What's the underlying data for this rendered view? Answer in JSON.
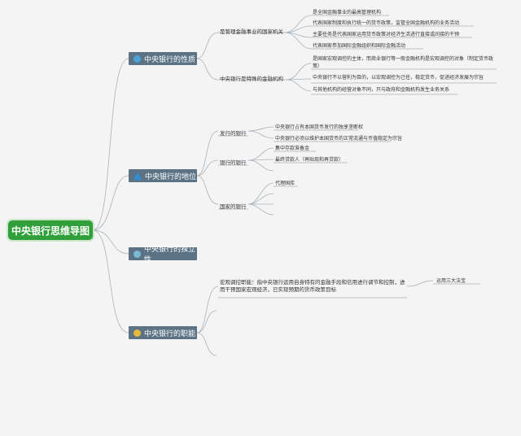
{
  "root": {
    "label": "中央银行思维导图"
  },
  "main": [
    {
      "label": "中央银行的性质",
      "icon": "circle-blue-icon"
    },
    {
      "label": "中央银行的地位",
      "icon": "triangle-blue-icon"
    },
    {
      "label": "中央银行的独立性",
      "icon": "circle-lightblue-icon"
    },
    {
      "label": "中央银行的职能",
      "icon": "circle-yellow-icon"
    }
  ],
  "sub": [
    "是管理金融事业的国家机关",
    "中央银行是特殊的金融机构",
    "发行的银行",
    "银行的银行",
    "国家的银行",
    "宏观调控职能：指中央银行运用自身特有的金融手段和信用进行调节和控制，进而干预国家宏观经济，已实现预期的货币政策目标"
  ],
  "leaves": [
    "是全国金融事业的最高管理机构",
    "代表国家制度和执行统一的货币政策，监管全国金融机构的业务活动",
    "主要任务是代表国家运用货币政策对经济生活进行直接或间接的干预",
    "代表国家参加国际金融组织和国际金融活动",
    "是国家宏观调控的主体，而商业银行等一般金融机构是宏观调控的对象（制定货币政策）",
    "中央银行不以营利为目的，以宏观调控为己任，稳定货币，促进经济发展为宗旨",
    "与其他机构的经营对象不同，只与政府和金融机构发生业务关系",
    "中央银行占有本国货币发行的独享垄断权",
    "中央银行必须以维护本国货币的正常流通与币值稳定为宗旨",
    "集中存款准备金",
    "最终贷款人（再贴现和再贷款）",
    "代理国库",
    "运用三大法宝"
  ]
}
